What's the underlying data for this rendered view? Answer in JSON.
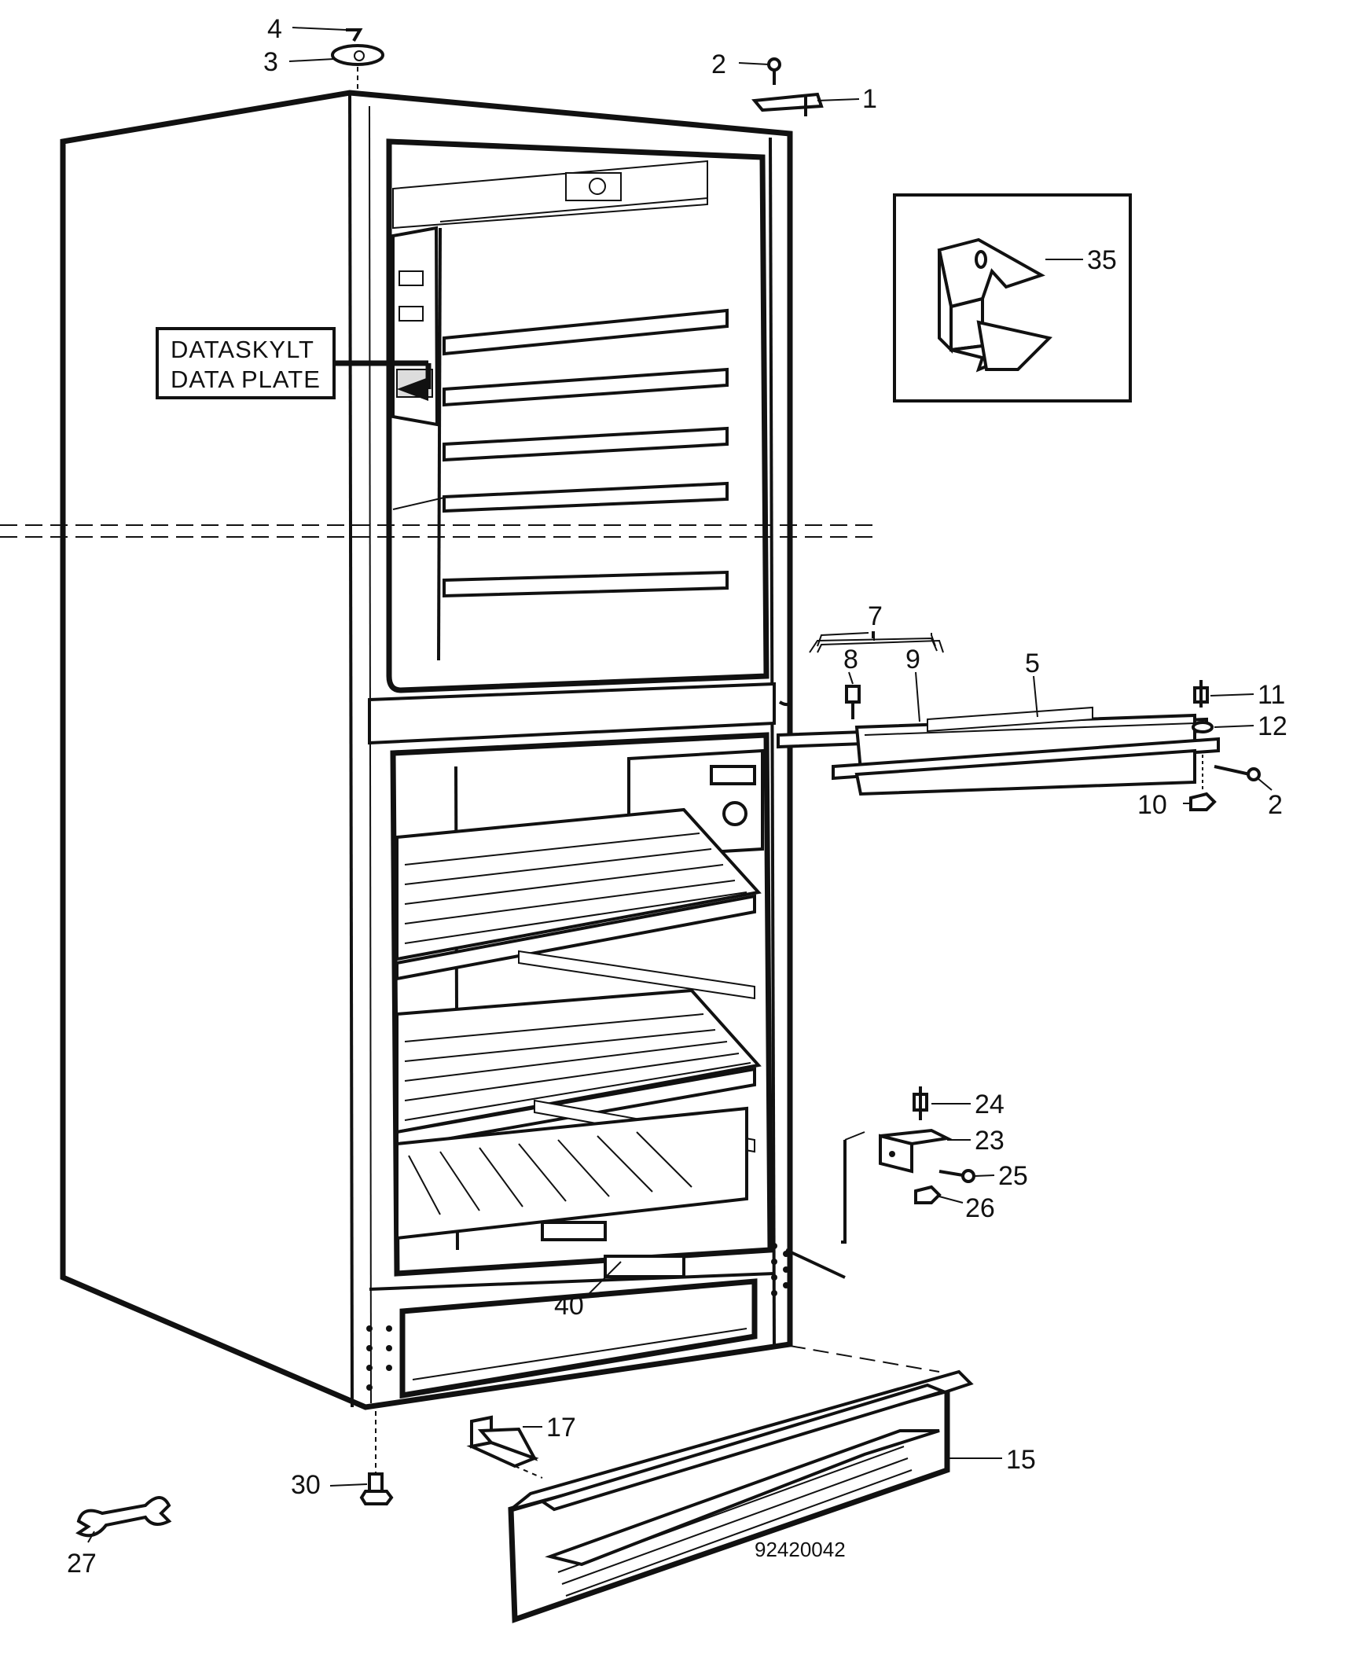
{
  "data_plate": {
    "line1": "DATASKYLT",
    "line2": "DATA PLATE"
  },
  "drawing_number": "92420042",
  "callouts": {
    "c1": "1",
    "c2a": "2",
    "c2b": "2",
    "c3": "3",
    "c4": "4",
    "c5": "5",
    "c7": "7",
    "c8": "8",
    "c9": "9",
    "c10": "10",
    "c11": "11",
    "c12": "12",
    "c15": "15",
    "c17": "17",
    "c23": "23",
    "c24": "24",
    "c25": "25",
    "c26": "26",
    "c27": "27",
    "c30": "30",
    "c35": "35",
    "c40": "40"
  }
}
